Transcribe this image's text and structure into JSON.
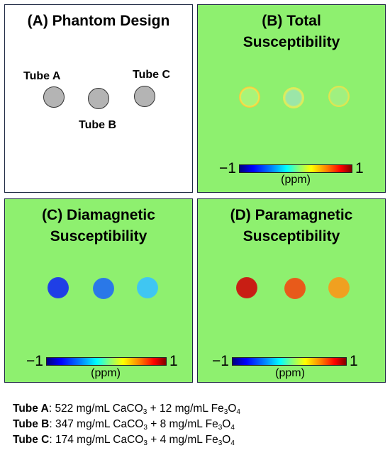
{
  "panels": {
    "a": {
      "title": "(A) Phantom Design",
      "tube_a": "Tube A",
      "tube_b": "Tube B",
      "tube_c": "Tube C"
    },
    "b": {
      "title_line1": "(B) Total",
      "title_line2": "Susceptibility"
    },
    "c": {
      "title_line1": "(C) Diamagnetic",
      "title_line2": "Susceptibility"
    },
    "d": {
      "title_line1": "(D) Paramagnetic",
      "title_line2": "Susceptibility"
    }
  },
  "colorbar": {
    "min": "−1",
    "max": "1",
    "unit": "(ppm)"
  },
  "legend": [
    {
      "name": "Tube A",
      "sep": ": ",
      "caco3": "522 mg/mL CaCO",
      "plus": " + ",
      "fe": "12 mg/mL Fe",
      "sub3": "3",
      "sub4": "4",
      "o": "O",
      "o4": "O"
    },
    {
      "name": "Tube B",
      "sep": ": ",
      "caco3": "347 mg/mL CaCO",
      "plus": " + ",
      "fe": "8 mg/mL Fe",
      "sub3": "3",
      "sub4": "4",
      "o": "O",
      "o4": "O"
    },
    {
      "name": "Tube C",
      "sep": ": ",
      "caco3": "174 mg/mL CaCO",
      "plus": " + ",
      "fe": "4 mg/mL Fe",
      "sub3": "3",
      "sub4": "4",
      "o": "O",
      "o4": "O"
    }
  ],
  "colors": {
    "panel_bg": "#8ef06f",
    "dia_a": "#1f3fe6",
    "dia_b": "#2a78e8",
    "dia_c": "#3fc6f2",
    "para_a": "#c81e14",
    "para_b": "#e85a1a",
    "para_c": "#f0a020"
  }
}
